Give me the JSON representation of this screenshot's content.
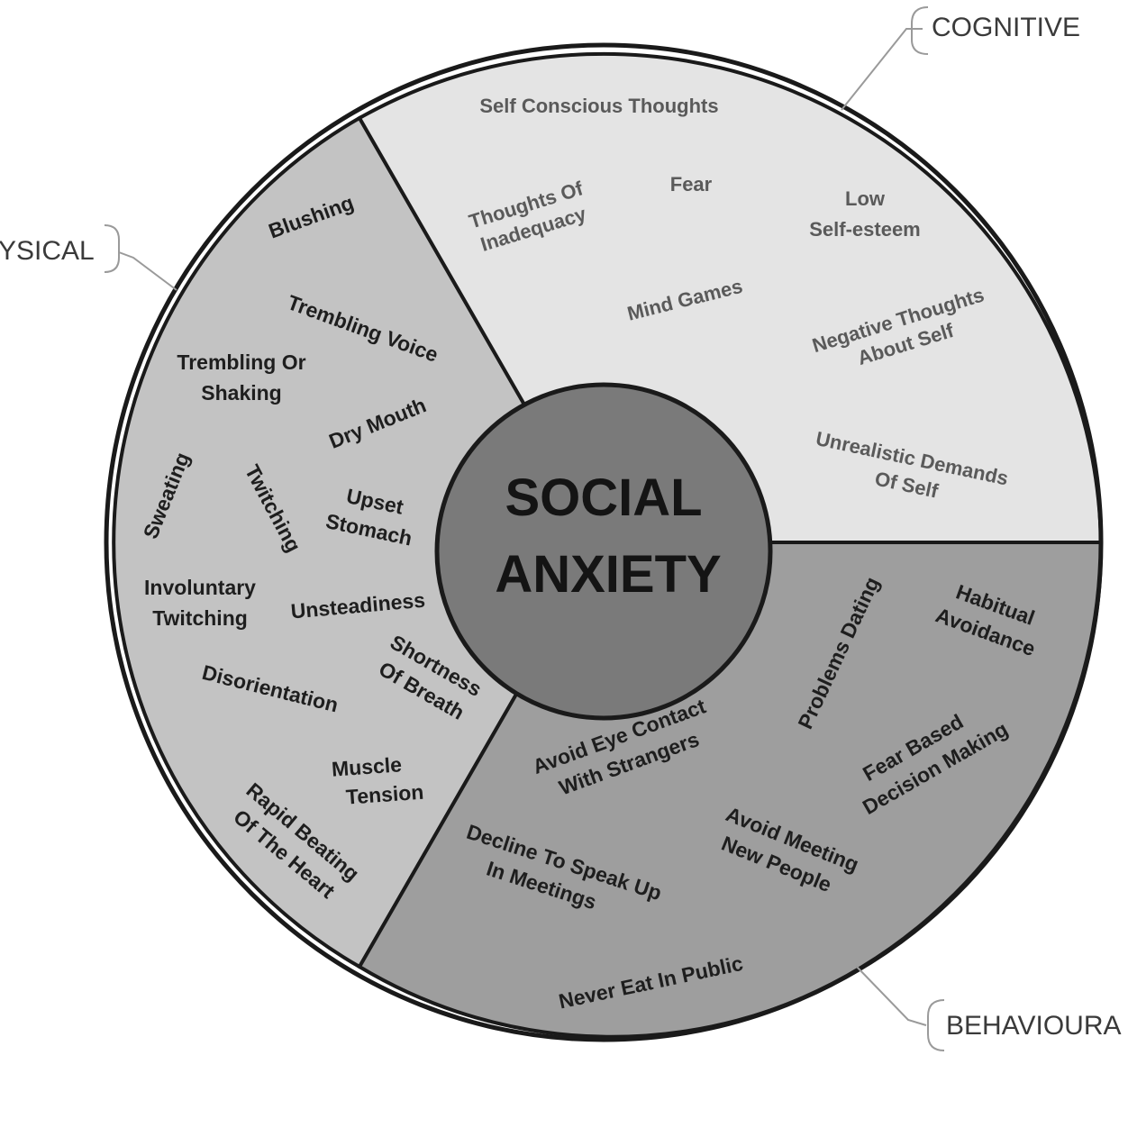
{
  "center": {
    "line1": "SOCIAL",
    "line2": "ANXIETY"
  },
  "callouts": {
    "cognitive": "COGNITIVE",
    "physical": "YSICAL",
    "behavioural": "BEHAVIOURA"
  },
  "cognitive": {
    "self_conscious_thoughts": "Self Conscious Thoughts",
    "thoughts_of_inadequacy_1": "Thoughts Of",
    "thoughts_of_inadequacy_2": "Inadequacy",
    "fear": "Fear",
    "low_self_esteem_1": "Low",
    "low_self_esteem_2": "Self-esteem",
    "mind_games": "Mind Games",
    "negative_thoughts_1": "Negative Thoughts",
    "negative_thoughts_2": "About Self",
    "unrealistic_demands_1": "Unrealistic Demands",
    "unrealistic_demands_2": "Of Self"
  },
  "physical": {
    "blushing": "Blushing",
    "trembling_voice": "Trembling Voice",
    "trembling_shaking_1": "Trembling Or",
    "trembling_shaking_2": "Shaking",
    "dry_mouth": "Dry Mouth",
    "sweating": "Sweating",
    "twitching": "Twitching",
    "upset_stomach_1": "Upset",
    "upset_stomach_2": "Stomach",
    "involuntary_twitching_1": "Involuntary",
    "involuntary_twitching_2": "Twitching",
    "unsteadiness": "Unsteadiness",
    "disorientation": "Disorientation",
    "shortness_of_breath_1": "Shortness",
    "shortness_of_breath_2": "Of Breath",
    "muscle_tension_1": "Muscle",
    "muscle_tension_2": "Tension",
    "rapid_beating_1": "Rapid Beating",
    "rapid_beating_2": "Of The Heart"
  },
  "behavioural": {
    "problems_dating": "Problems Dating",
    "habitual_avoidance_1": "Habitual",
    "habitual_avoidance_2": "Avoidance",
    "avoid_eye_contact_1": "Avoid Eye Contact",
    "avoid_eye_contact_2": "With Strangers",
    "fear_based_1": "Fear Based",
    "fear_based_2": "Decision Making",
    "decline_to_speak_1": "Decline To Speak Up",
    "decline_to_speak_2": "In Meetings",
    "avoid_meeting_1": "Avoid Meeting",
    "avoid_meeting_2": "New People",
    "never_eat": "Never Eat In Public"
  },
  "colors": {
    "cognitive_fill": "#e4e4e4",
    "physical_fill": "#c3c3c3",
    "behavioural_fill": "#9e9e9e",
    "center_fill": "#7a7a7a",
    "outline": "#1a1a1a",
    "callout_line": "#9a9a9a"
  }
}
